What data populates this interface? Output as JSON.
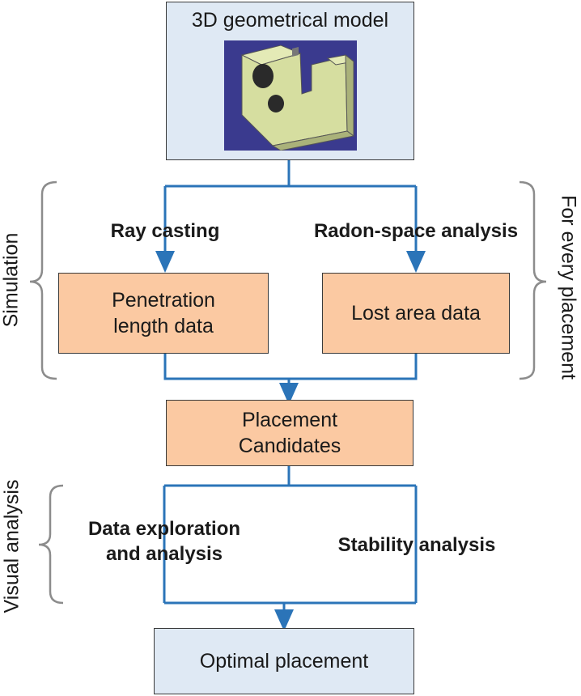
{
  "model_box": {
    "title": "3D geometrical model"
  },
  "branch_labels": {
    "ray_casting": "Ray casting",
    "radon": "Radon-space analysis",
    "data_exploration": [
      "Data exploration",
      "and analysis"
    ],
    "stability": "Stability analysis"
  },
  "boxes": {
    "penetration": [
      "Penetration",
      "length data"
    ],
    "lost_area": "Lost area data",
    "candidates": [
      "Placement",
      "Candidates"
    ],
    "optimal": "Optimal placement"
  },
  "side_labels": {
    "simulation": "Simulation",
    "every_placement": "For every placement",
    "visual_analysis": "Visual analysis"
  },
  "colors": {
    "connector": "#2b74b8",
    "blue_box": "#dfe9f4",
    "orange_box": "#fbc9a2",
    "bracket": "#8c8c8c",
    "model_background": "#3a3a8e",
    "model_part": "#d6dea0"
  }
}
